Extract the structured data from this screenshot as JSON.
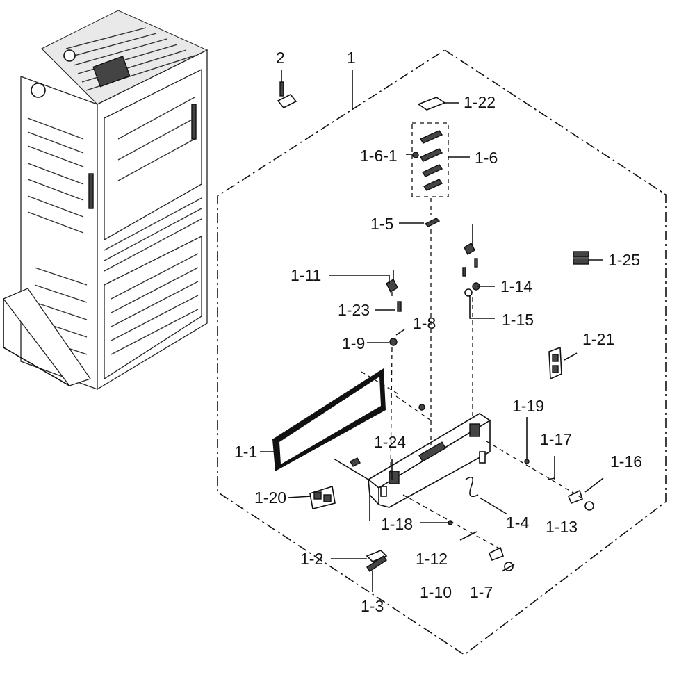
{
  "labels": {
    "l2": "2",
    "l1": "1",
    "l1_22": "1-22",
    "l1_6_1": "1-6-1",
    "l1_6": "1-6",
    "l1_5": "1-5",
    "l1_25": "1-25",
    "l1_11": "1-11",
    "l1_14": "1-14",
    "l1_23": "1-23",
    "l1_15": "1-15",
    "l1_8": "1-8",
    "l1_9": "1-9",
    "l1_21": "1-21",
    "l1_19": "1-19",
    "l1_17": "1-17",
    "l1_24": "1-24",
    "l1_16": "1-16",
    "l1_1": "1-1",
    "l1_20": "1-20",
    "l1_4": "1-4",
    "l1_18": "1-18",
    "l1_13": "1-13",
    "l1_2": "1-2",
    "l1_12": "1-12",
    "l1_10": "1-10",
    "l1_7": "1-7",
    "l1_3": "1-3"
  }
}
